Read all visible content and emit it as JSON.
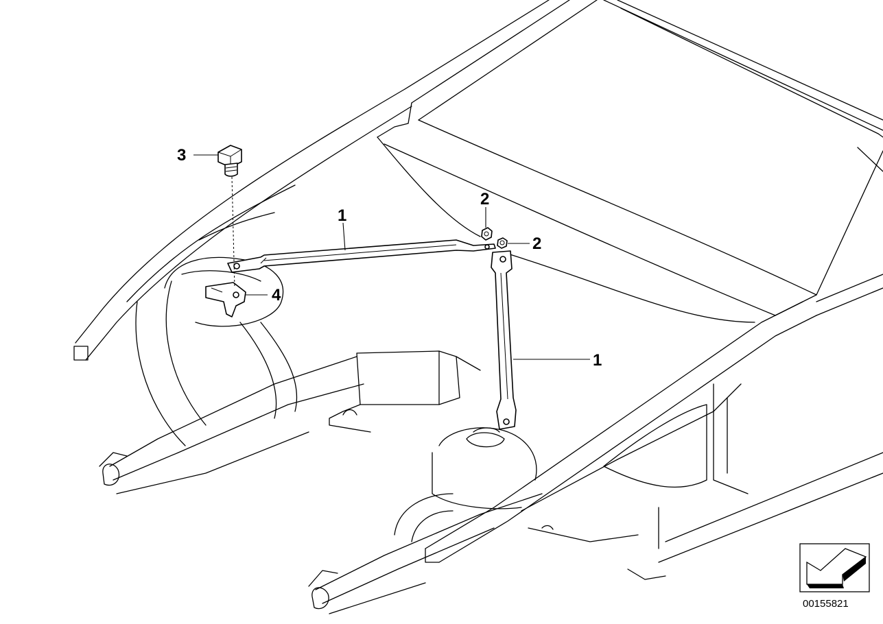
{
  "callouts": {
    "rod_upper": "1",
    "rod_lower": "1",
    "nut_upper": "2",
    "nut_right": "2",
    "bolt": "3",
    "bracket": "4"
  },
  "doc_id": "00155821",
  "nav_icon": "arrow-down-left-icon"
}
